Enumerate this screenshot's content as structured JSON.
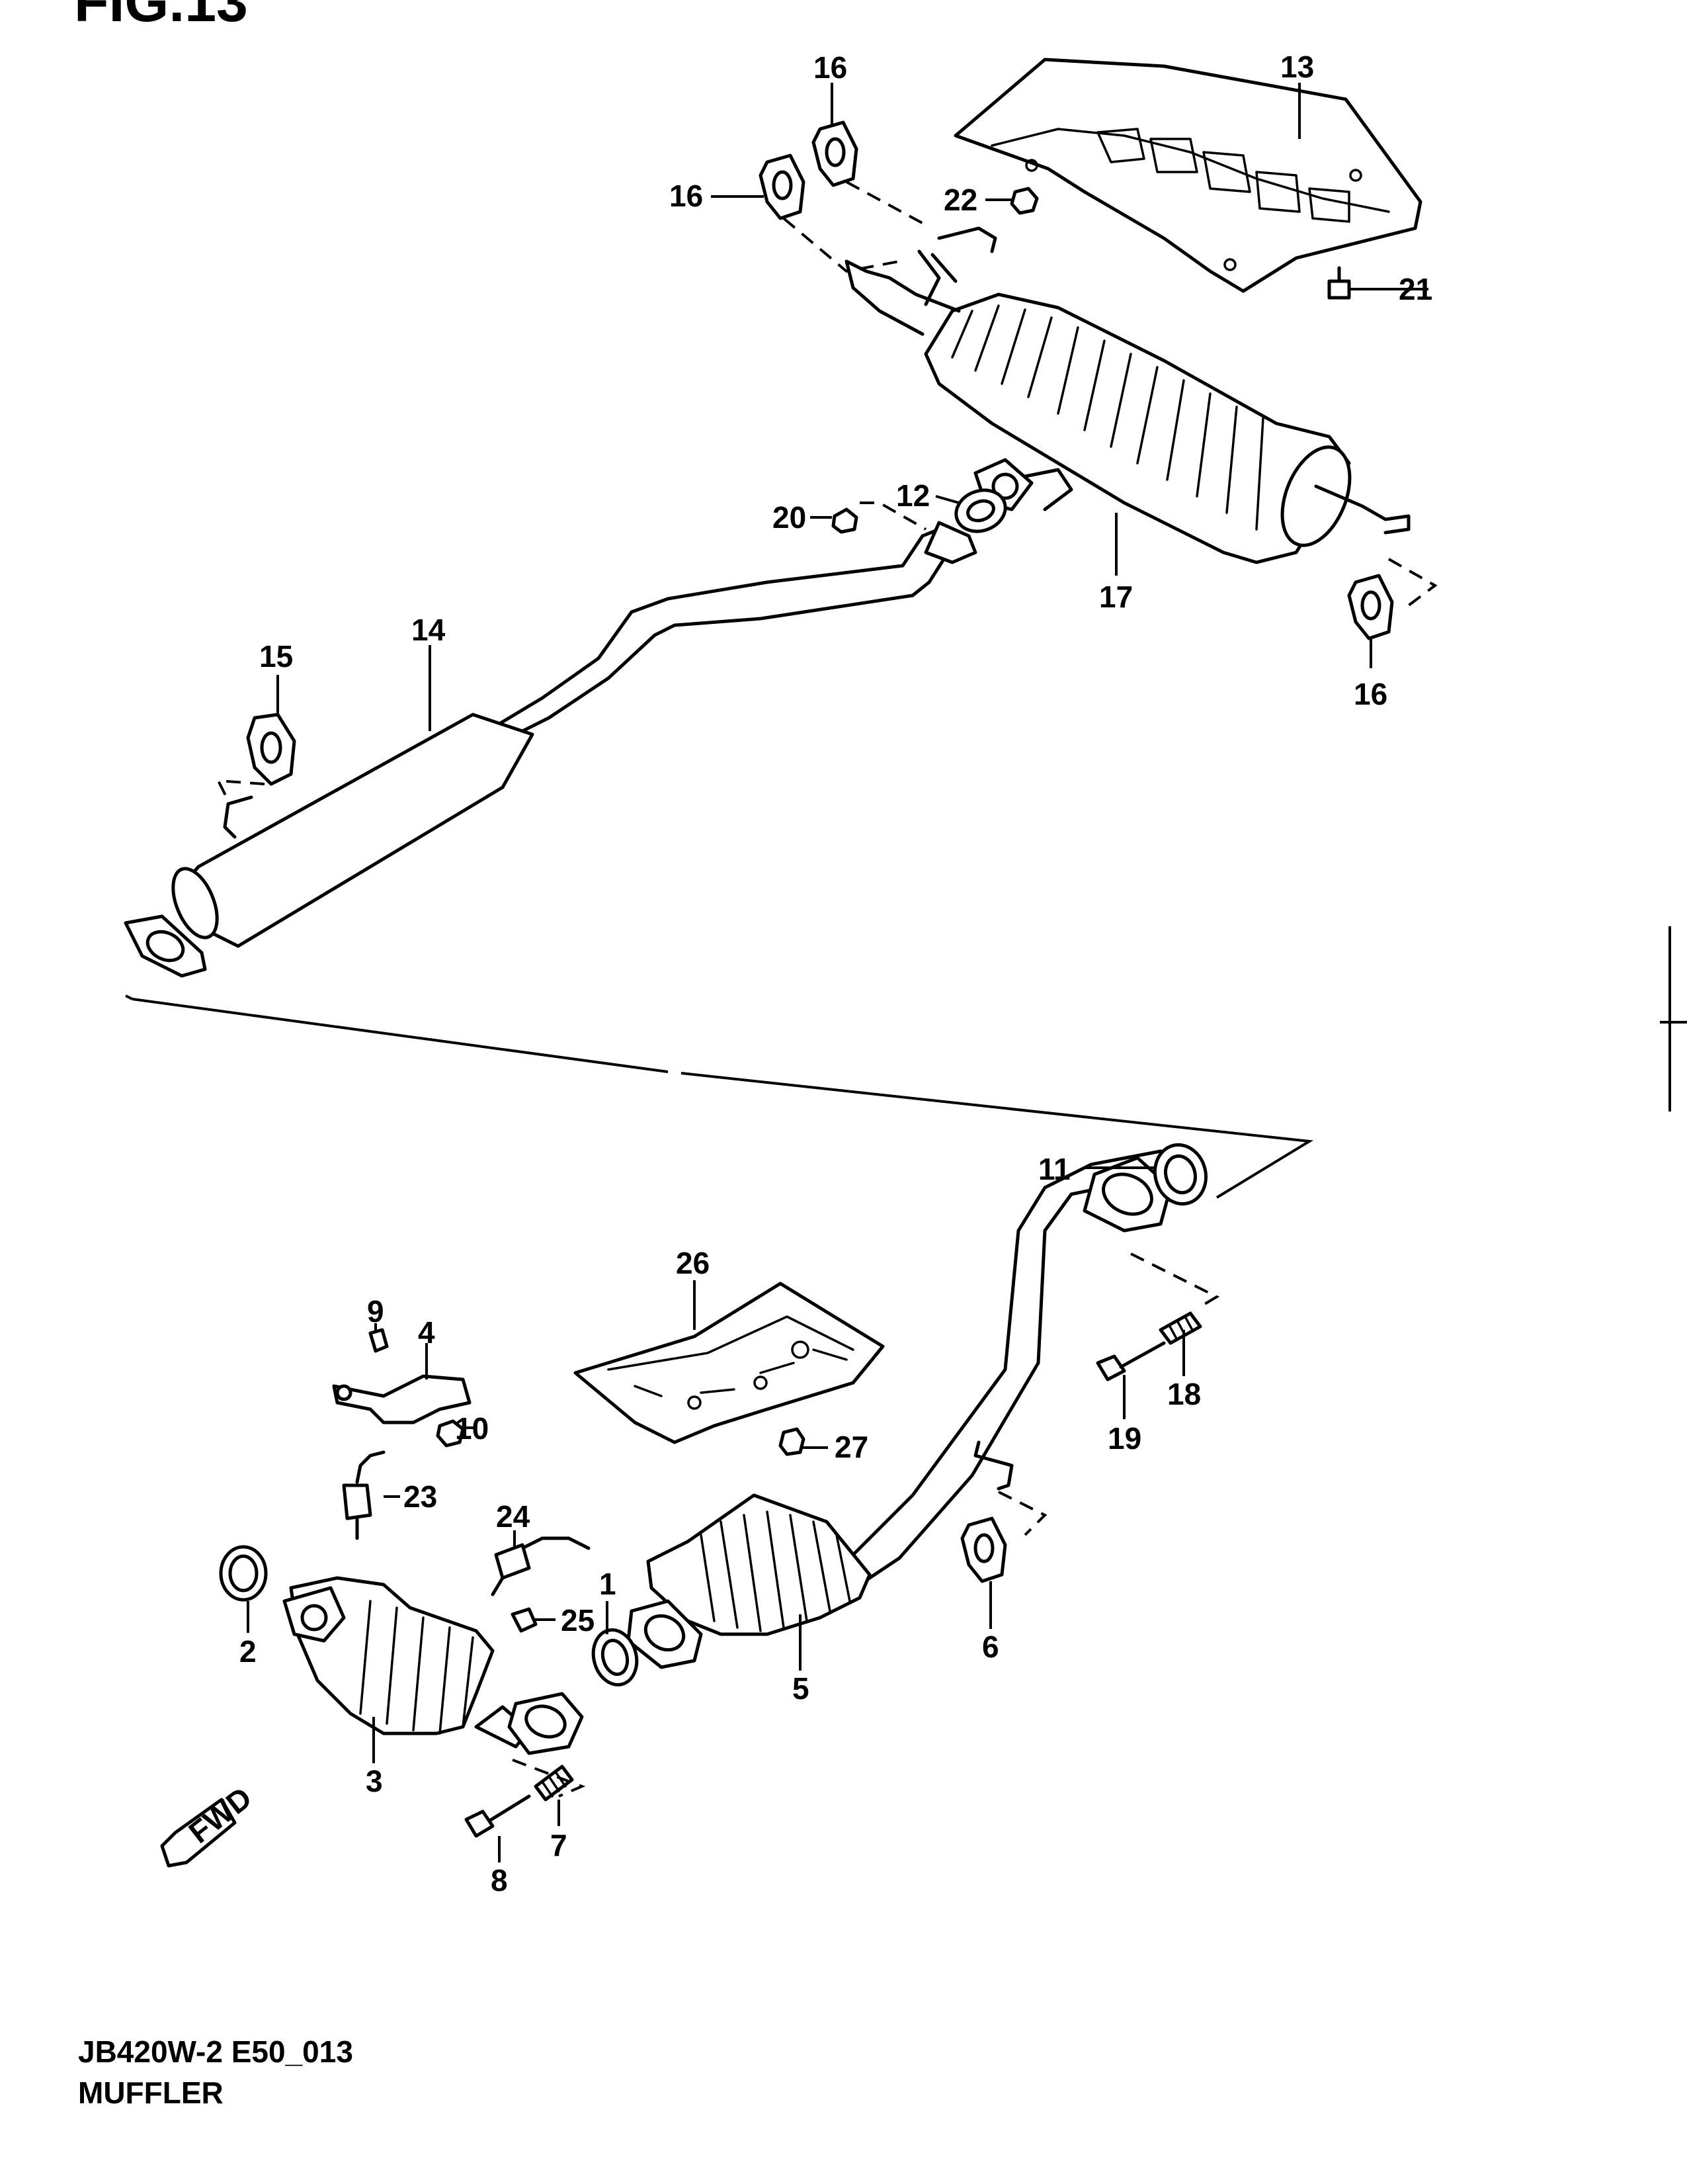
{
  "figure": {
    "title": "FIG.13"
  },
  "caption": {
    "code": "JB420W-2 E50_013",
    "name": "MUFFLER"
  },
  "callouts": {
    "c1": "1",
    "c2": "2",
    "c3": "3",
    "c4": "4",
    "c5": "5",
    "c6": "6",
    "c7": "7",
    "c8": "8",
    "c9": "9",
    "c10": "10",
    "c11": "11",
    "c12": "12",
    "c13": "13",
    "c14": "14",
    "c15": "15",
    "c16a": "16",
    "c16b": "16",
    "c16c": "16",
    "c17": "17",
    "c18": "18",
    "c19": "19",
    "c20": "20",
    "c21": "21",
    "c22": "22",
    "c23": "23",
    "c24": "24",
    "c25": "25",
    "c26": "26",
    "c27": "27"
  },
  "direction_marker": {
    "label": "FWD"
  }
}
